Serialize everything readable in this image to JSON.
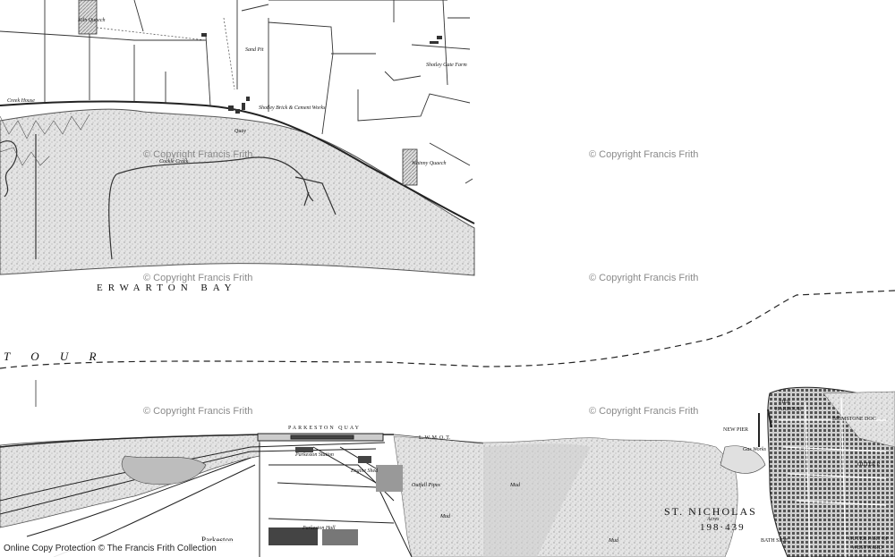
{
  "watermark": "© Copyright Francis Frith",
  "labels": {
    "kiln_quaech": "Kiln Quaech",
    "sand_pit": "Sand Pit",
    "creek_house": "Creek House",
    "shotley_works": "Shotley Brick & Cement Works",
    "quay": "Quay",
    "cockle_creek": "Cockle Creek",
    "shotley_gate_farm": "Shotley Gate Farm",
    "whinny_quaech": "Whinny Quaech",
    "erwarton_bay": "ERWARTON BAY",
    "stour": "T O U R",
    "parkeston_quay": "PARKESTON QUAY",
    "lwmot": "L. W. M. O. T.",
    "parkeston_station": "Parkeston Station",
    "engine_shed": "Engine Shed",
    "outfall_pipes": "Outfall Pipes",
    "mud1": "Mud",
    "mud2": "Mud",
    "mud3": "Mud",
    "parkeston": "Parkeston",
    "parkeston_hall": "Parkeston Hall",
    "new_pier": "NEW PIER",
    "pier": "PIER",
    "harbour": "HARBOUR",
    "brimstone": "BRIMSTONE DOC",
    "st_nicholas": "ST. NICHOLAS",
    "acres": "Acres",
    "acres_value": "198·439",
    "bath_side": "BATH SIDE",
    "outer": "OUTER P",
    "outer_part": "OUTER PART OF",
    "westward": "WESTWARD",
    "gas_works": "Gas Works"
  },
  "footer": {
    "text": "Online Copy Protection © The Francis Frith Collection"
  }
}
